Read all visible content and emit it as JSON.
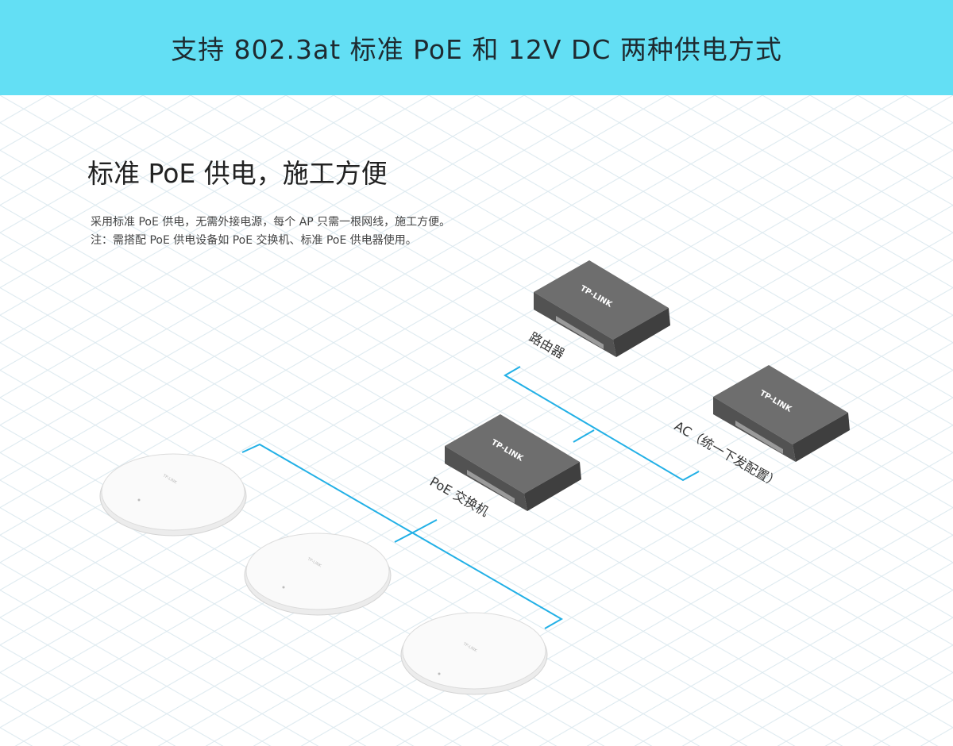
{
  "banner": {
    "title": "支持 802.3at 标准 PoE 和 12V DC 两种供电方式"
  },
  "section": {
    "heading": "标准 PoE 供电，施工方便",
    "desc_line1": "采用标准 PoE 供电，无需外接电源，每个 AP 只需一根网线，施工方便。",
    "desc_line2": "注：需搭配 PoE 供电设备如 PoE 交换机、标准 PoE 供电器使用。"
  },
  "devices": {
    "router_label": "路由器",
    "ac_label": "AC（统一下发配置）",
    "switch_label": "PoE 交换机",
    "brand_logo": "TP-LINK"
  },
  "colors": {
    "banner": "#63dff4",
    "cable": "#22b0e6",
    "device_top": "#6e6e6e",
    "device_side": "#4a4a4a"
  }
}
